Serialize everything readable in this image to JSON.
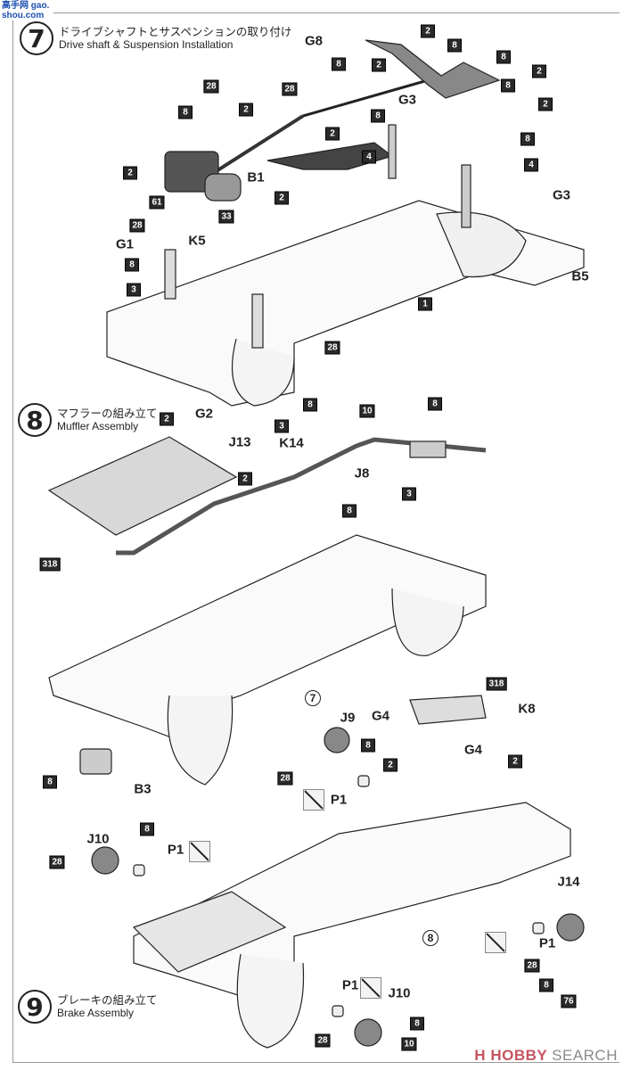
{
  "watermark_logo": "高手网 gao.shou.com",
  "steps": [
    {
      "number": "7",
      "title_jp": "ドライブシャフトとサスペンションの取り付け",
      "title_en": "Drive shaft & Suspension Installation"
    },
    {
      "number": "8",
      "title_jp": "マフラーの組み立て",
      "title_en": "Muffler Assembly"
    },
    {
      "number": "9",
      "title_jp": "ブレーキの組み立て",
      "title_en": "Brake Assembly"
    }
  ],
  "part_labels": [
    "G8",
    "G3",
    "B1",
    "G3",
    "K5",
    "G1",
    "B5",
    "G2",
    "J13",
    "K14",
    "J8",
    "B3",
    "G4",
    "J9",
    "G4",
    "K8",
    "P1",
    "J10",
    "P1",
    "J14",
    "P1",
    "P1",
    "J10"
  ],
  "color_numbers": [
    "2",
    "8",
    "2",
    "8",
    "2",
    "8",
    "2",
    "8",
    "28",
    "28",
    "2",
    "8",
    "8",
    "2",
    "4",
    "8",
    "4",
    "2",
    "61",
    "2",
    "33",
    "28",
    "8",
    "3",
    "1",
    "28",
    "8",
    "3",
    "2",
    "10",
    "8",
    "2",
    "3",
    "8",
    "318",
    "8",
    "318",
    "8",
    "2",
    "2",
    "28",
    "8",
    "28",
    "28",
    "8",
    "76",
    "8",
    "28",
    "10"
  ],
  "step_refs": [
    "7",
    "8"
  ],
  "footer_watermark": {
    "brand_mark": "H",
    "text_main": "HOBBY",
    "text_secondary": "SEARCH"
  },
  "colors": {
    "ink": "#222222",
    "watermark": "#c45560"
  }
}
